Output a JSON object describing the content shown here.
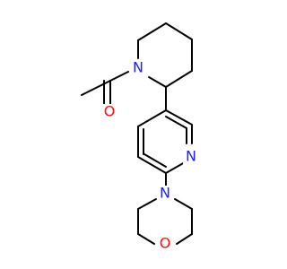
{
  "molecule": {
    "atoms": {
      "n_piperidine": {
        "label": "N",
        "color": "#1e22f0"
      },
      "o_carbonyl": {
        "label": "O",
        "color": "#ff0d0d"
      },
      "n_pyridine": {
        "label": "N",
        "color": "#1e22f0"
      },
      "n_morpholine": {
        "label": "N",
        "color": "#1e22f0"
      },
      "o_morpholine": {
        "label": "O",
        "color": "#ff0d0d"
      }
    },
    "bond_color": "#000000",
    "background": "#ffffff"
  }
}
